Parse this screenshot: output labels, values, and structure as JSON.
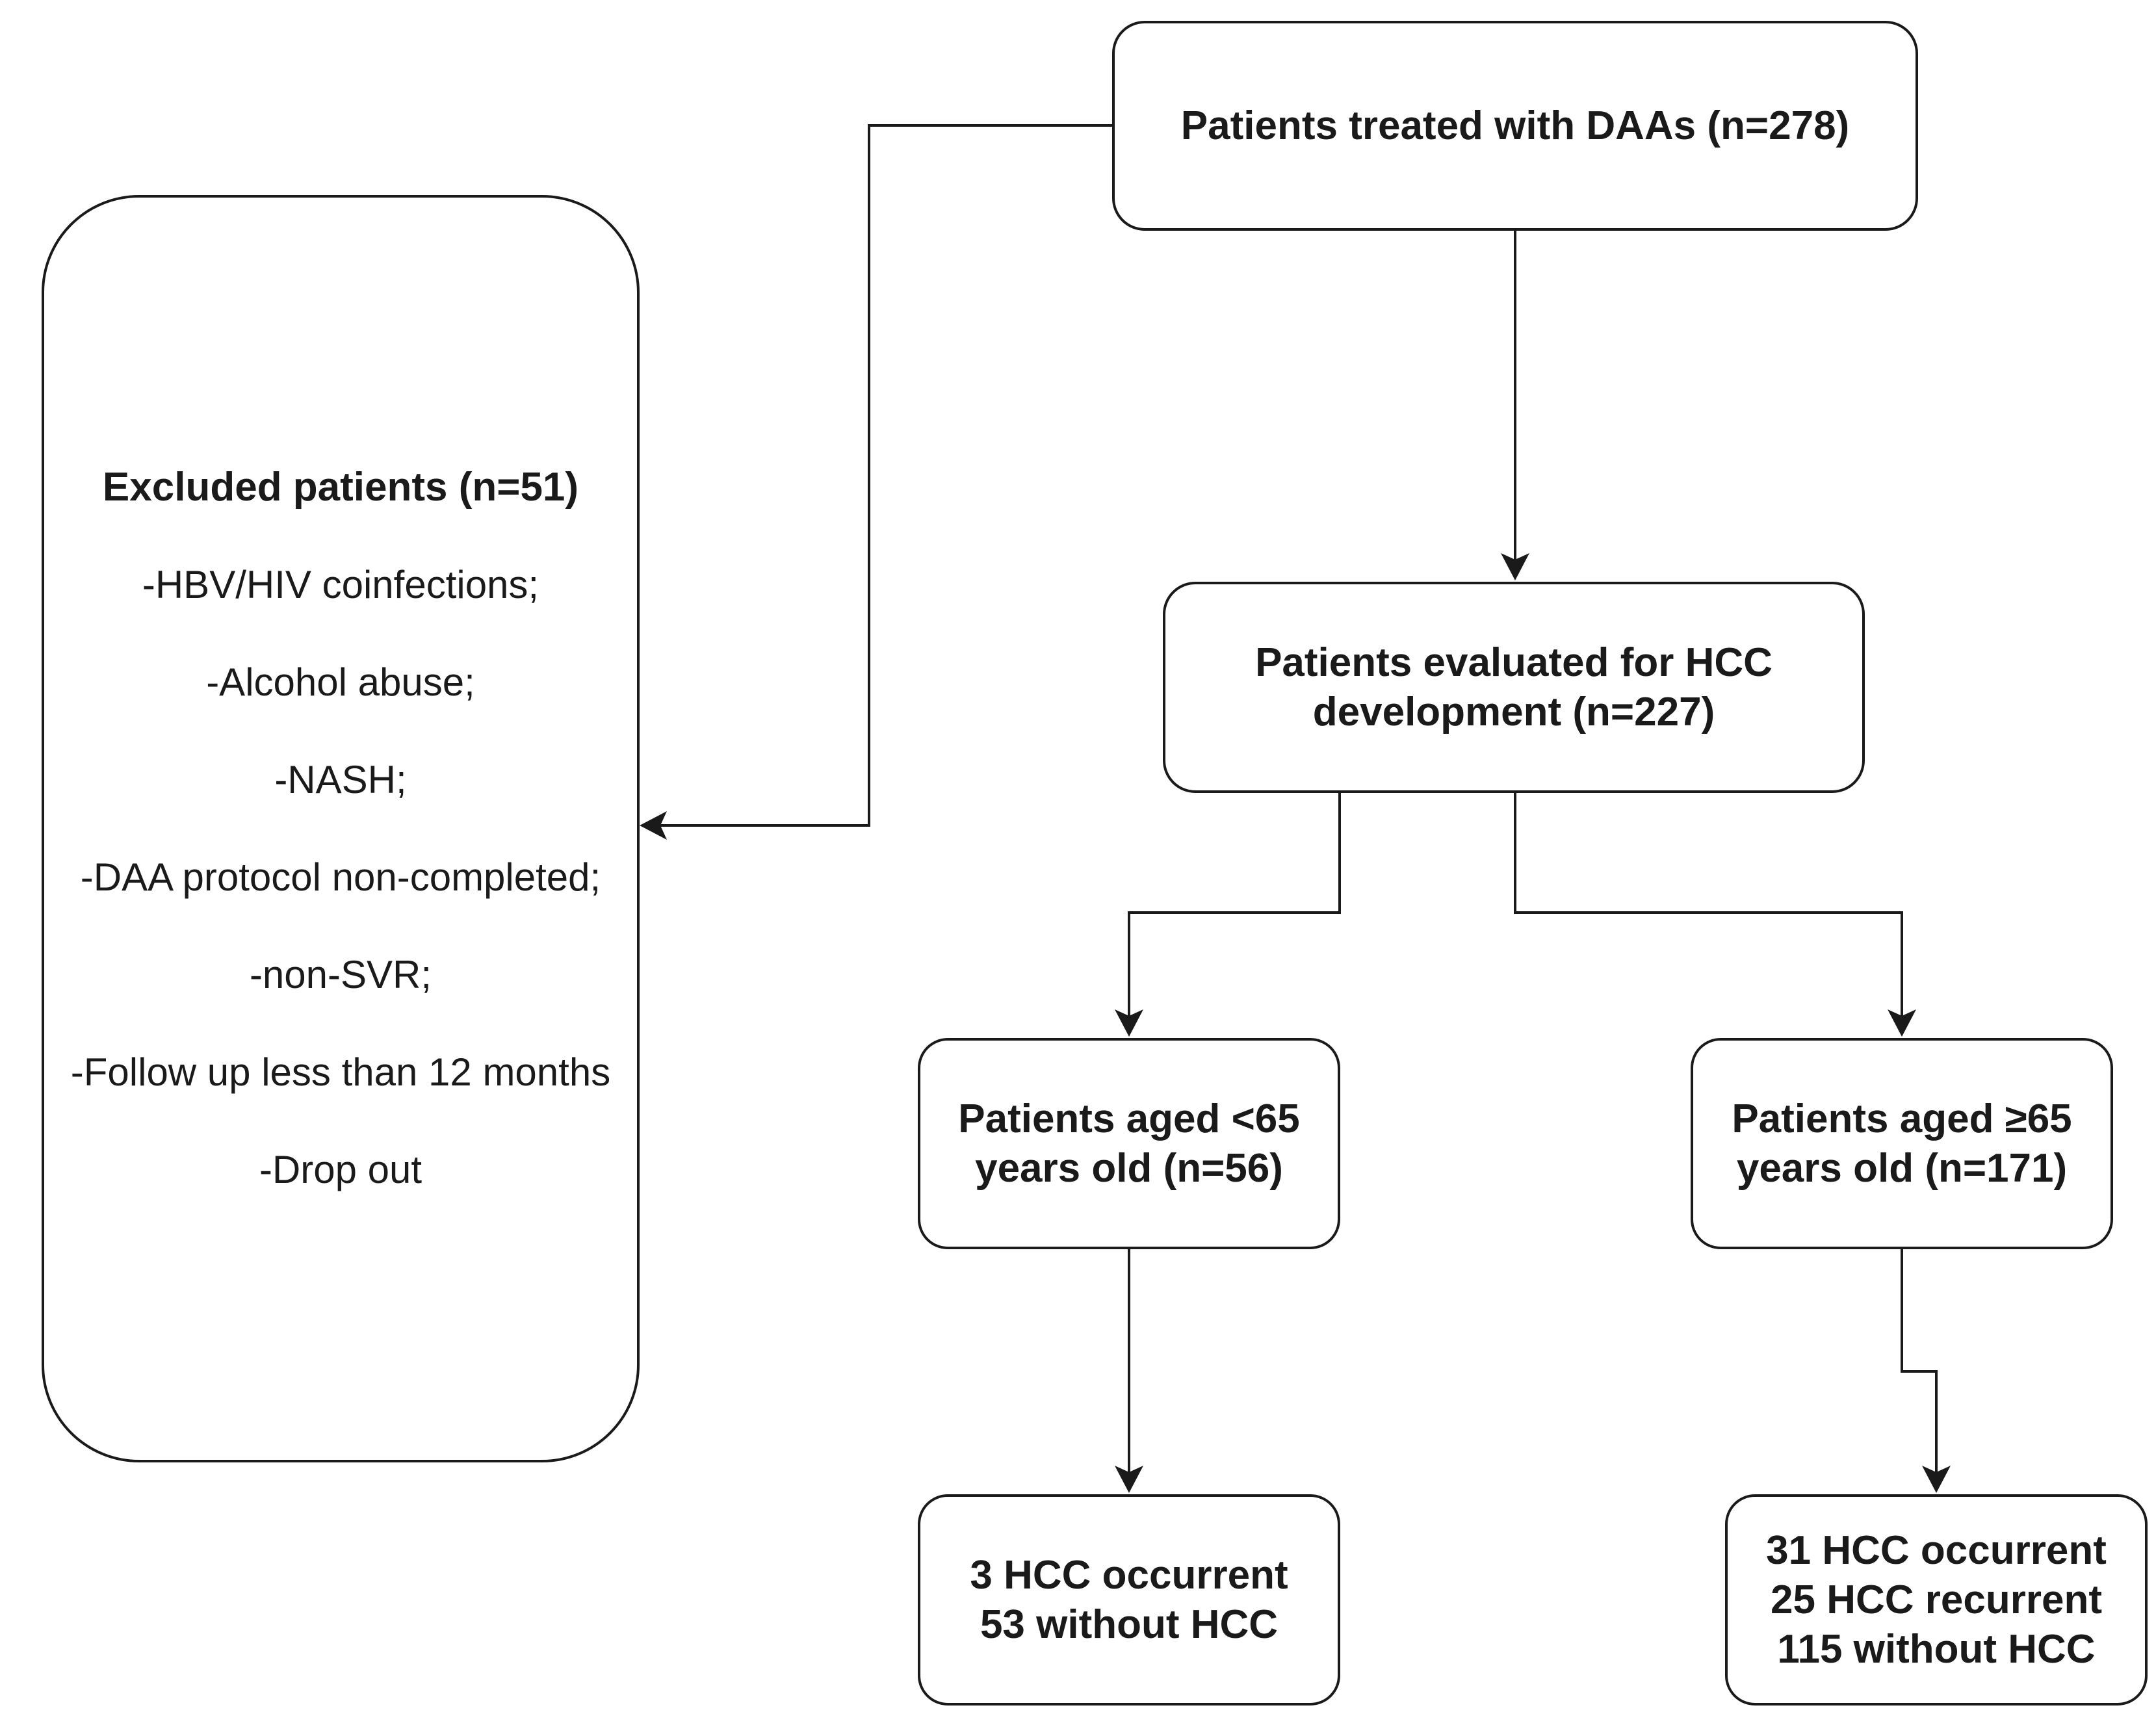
{
  "boxes": {
    "treated": {
      "lines": [
        "Patients treated with DAAs (n=278)"
      ]
    },
    "evaluated": {
      "lines": [
        "Patients evaluated for HCC",
        "development (n=227)"
      ]
    },
    "younger": {
      "lines": [
        "Patients aged <65",
        "years old (n=56)"
      ]
    },
    "older": {
      "lines": [
        "Patients aged ≥65",
        "years old (n=171)"
      ]
    },
    "younger_outcome": {
      "lines": [
        "3 HCC occurrent",
        "53 without HCC"
      ]
    },
    "older_outcome": {
      "lines": [
        "31 HCC occurrent",
        "25 HCC recurrent",
        "115 without HCC"
      ]
    },
    "excluded": {
      "title": "Excluded patients (n=51)",
      "items": [
        "-HBV/HIV coinfections;",
        "-Alcohol abuse;",
        "-NASH;",
        "-DAA protocol non-completed;",
        "-non-SVR;",
        "-Follow up less than 12 months",
        "-Drop out"
      ]
    }
  }
}
